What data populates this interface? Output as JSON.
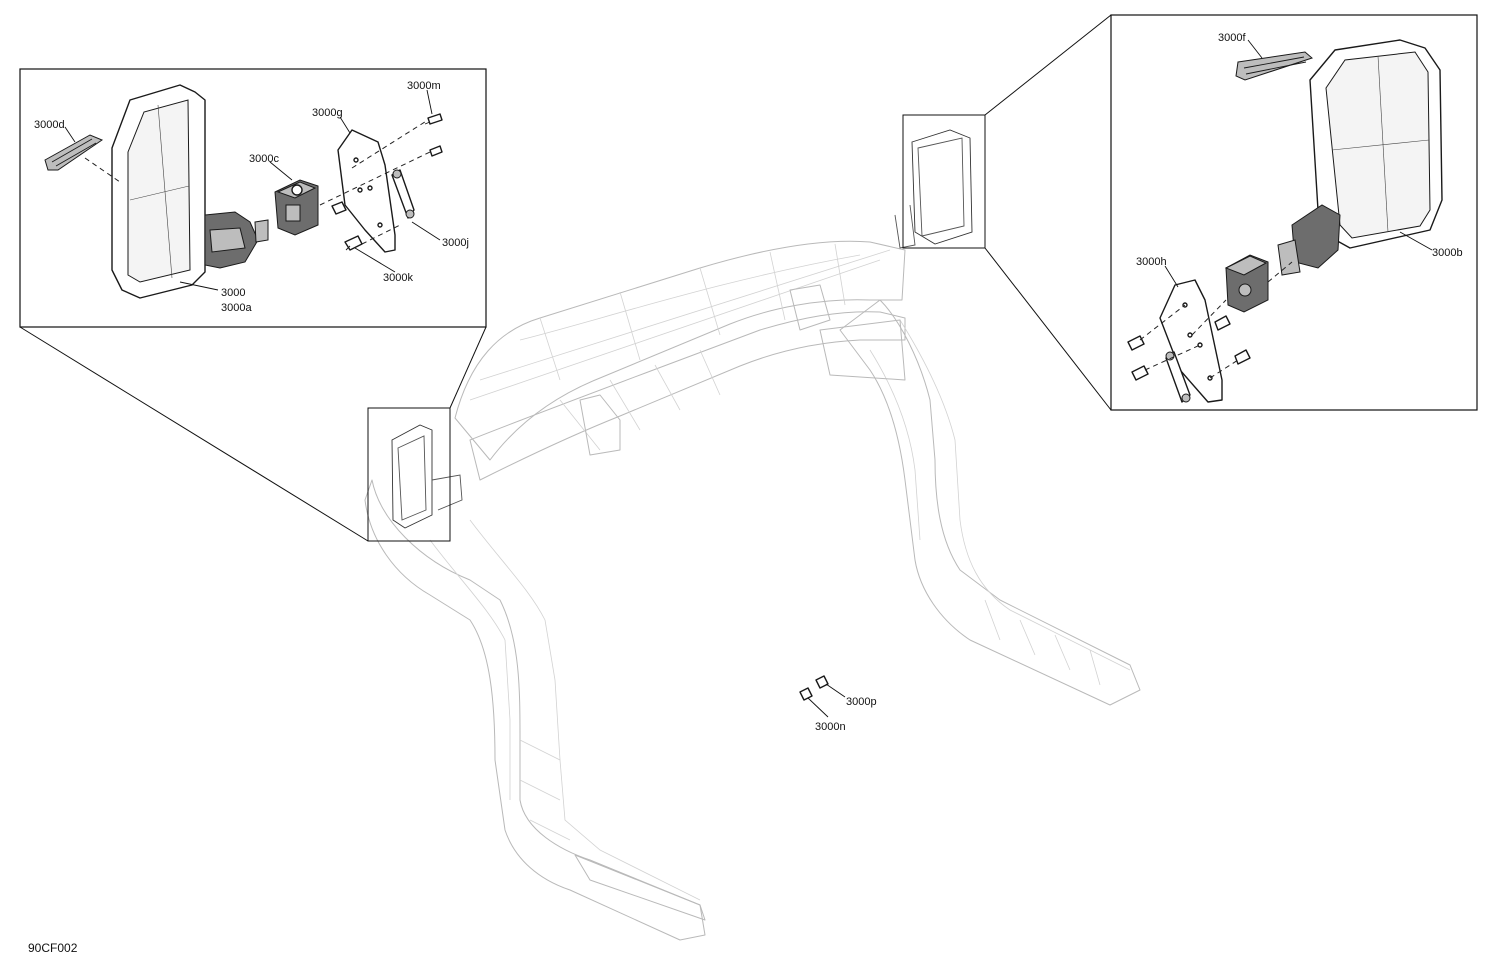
{
  "figure_code": "90CF002",
  "left_inset": {
    "labels": {
      "mirror": "3000",
      "mirror_glass": "3000a",
      "clamp": "3000c",
      "cap": "3000d",
      "plate": "3000g",
      "strap": "3000j",
      "screw_k": "3000k",
      "screw_m": "3000m"
    }
  },
  "right_inset": {
    "labels": {
      "mirror_glass": "3000b",
      "cap": "3000f",
      "plate": "3000h"
    }
  },
  "main_view": {
    "labels": {
      "bolt_p": "3000p",
      "bolt_n": "3000n"
    }
  }
}
